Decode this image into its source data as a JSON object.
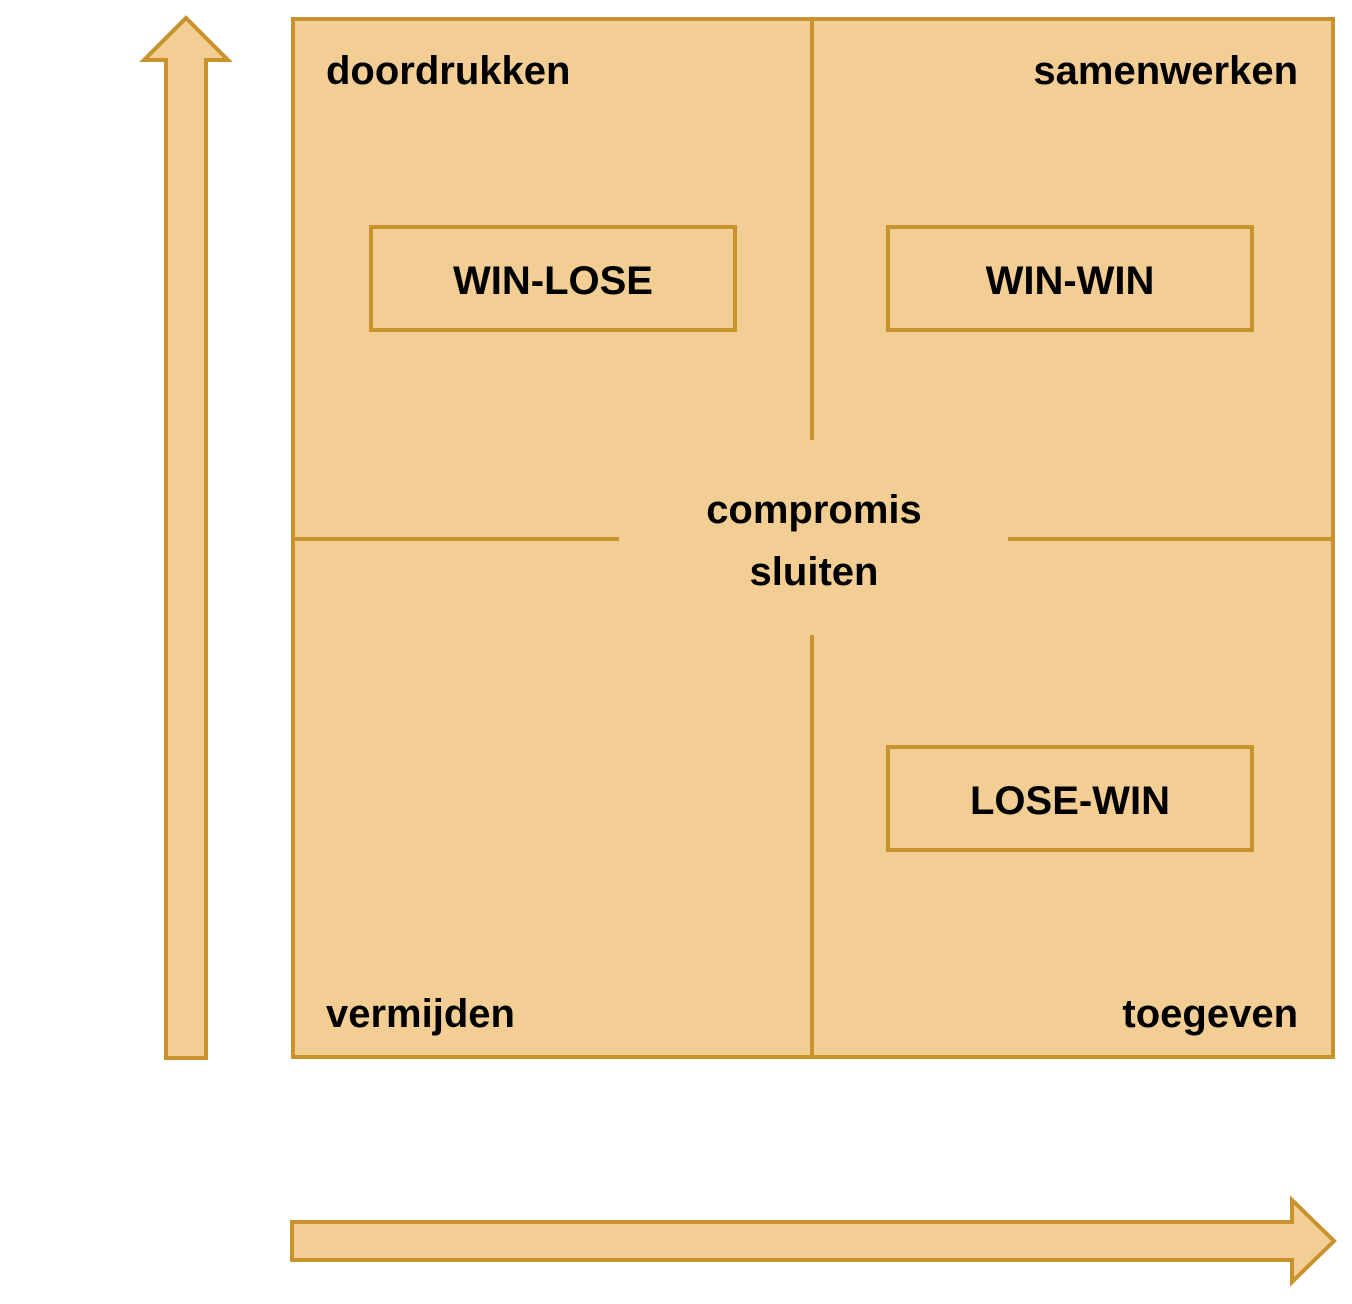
{
  "quadrants": {
    "top_left": "doordrukken",
    "top_right": "samenwerken",
    "bottom_left": "vermijden",
    "bottom_right": "toegeven"
  },
  "outcomes": {
    "win_lose": "WIN-LOSE",
    "win_win": "WIN-WIN",
    "lose_win": "LOSE-WIN"
  },
  "center": {
    "line1": "compromis",
    "line2": "sluiten"
  },
  "colors": {
    "fill": "#f2ce94",
    "stroke": "#c8922c",
    "text": "#000000"
  }
}
